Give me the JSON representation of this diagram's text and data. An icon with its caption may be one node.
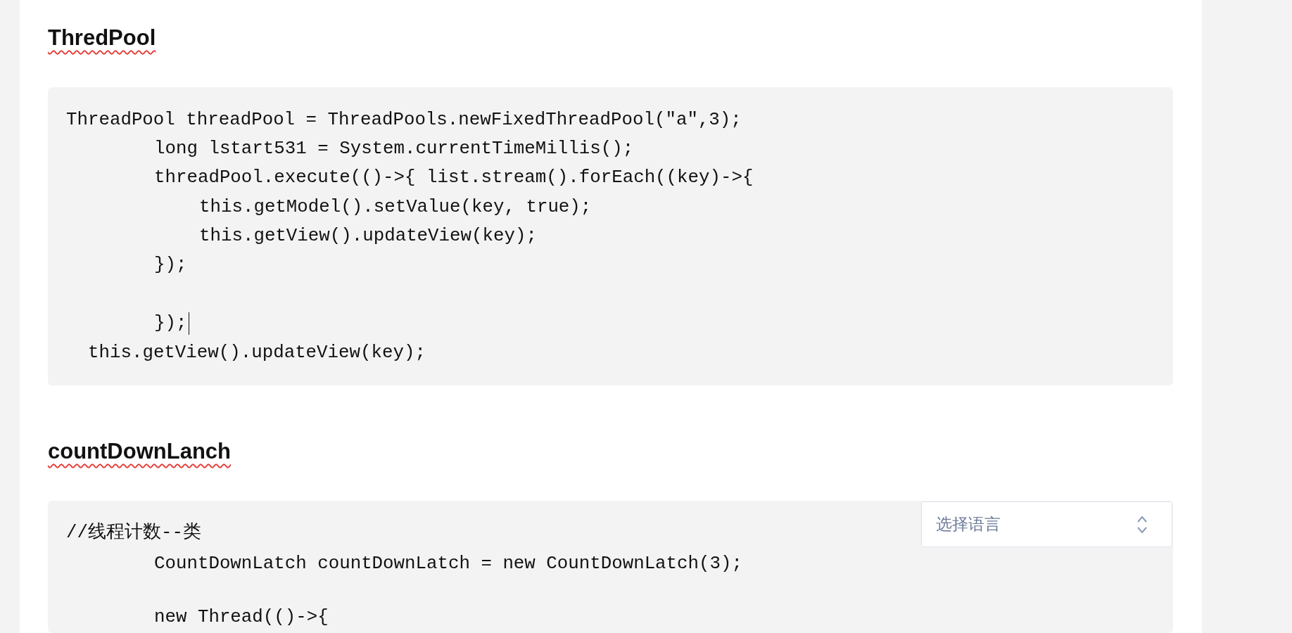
{
  "diagram": {
    "nodes": [
      {
        "text": [
          "ThreadPool threadPool = ThreadPools.newFixedThreadPool(\"a\",3);",
          "long lstart531 = System.currentTimeMillis();",
          "threadPool.execute(()->{ list.stream().forEach((key)->{",
          "this.getModel().setValue(key, true);",
          "this.getView().updateView(key);",
          "});",
          "});",
          "this.getView().updateView(key);"
        ]
      },
      {
        "text": [
          "//线程计数--类",
          "CountDownLatch countDownLatch = new CountDownLatch(3);",
          "new Thread(()->{"
        ]
      },
      {
        "text": [
          "选择语言"
        ],
        "in": 1
      }
    ],
    "labels": [
      "ThredPool",
      "countDownLanch"
    ]
  }
}
